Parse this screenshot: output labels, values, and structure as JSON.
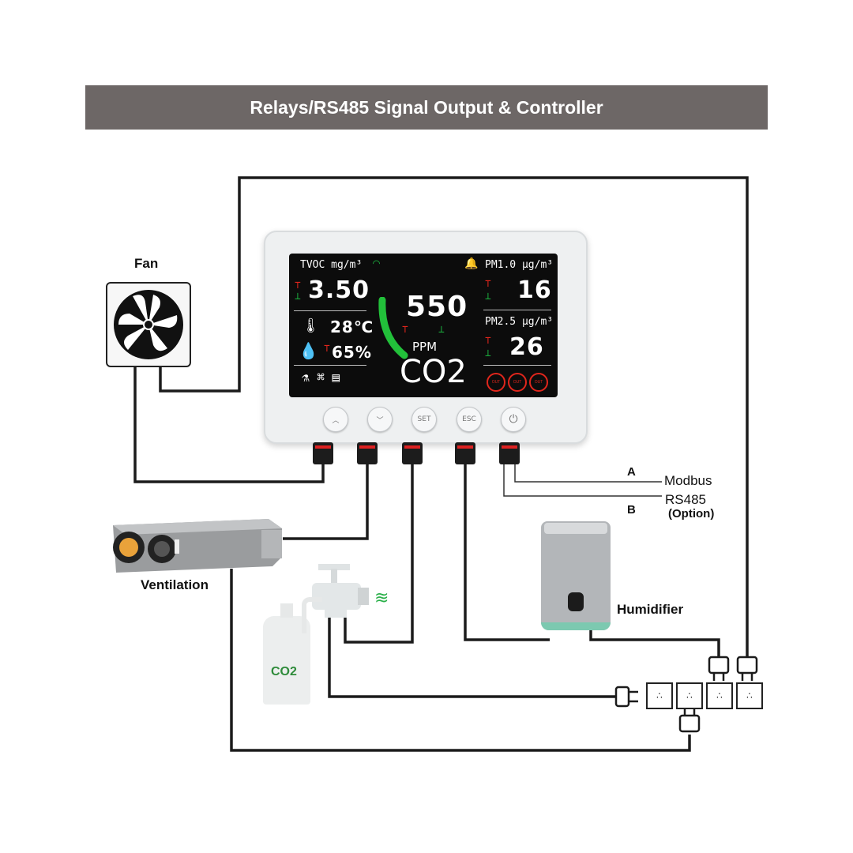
{
  "banner_title": "Relays/RS485 Signal Output & Controller",
  "labels": {
    "fan": "Fan",
    "ventilation": "Ventilation",
    "humidifier": "Humidifier",
    "co2_cylinder": "CO2",
    "modbus": "Modbus",
    "rs485": "RS485",
    "option": "(Option)",
    "line_a": "A",
    "line_b": "B"
  },
  "display": {
    "tvoc_label": "TVOC mg/m³",
    "tvoc_value": "3.50",
    "temperature": "28℃",
    "humidity": "65%",
    "co2_value": "550",
    "co2_unit": "PPM",
    "co2_label": "CO2",
    "pm10_label": "PM1.0  μg/m³",
    "pm10_value": "16",
    "pm25_label": "PM2.5  μg/m³",
    "pm25_value": "26"
  },
  "buttons": {
    "up": "︿",
    "down": "﹀",
    "set": "SET",
    "esc": "ESC",
    "power": "⏻"
  },
  "colors": {
    "banner": "#6d6766",
    "alarm_red": "#e0261c",
    "ok_green": "#1aa33a",
    "co2_arc": "#22c03a"
  },
  "icons": [
    "fan-icon",
    "wifi-icon",
    "alarm-bell-icon",
    "thermometer-icon",
    "humidity-drop-icon",
    "power-plug-icon",
    "power-socket-icon"
  ]
}
